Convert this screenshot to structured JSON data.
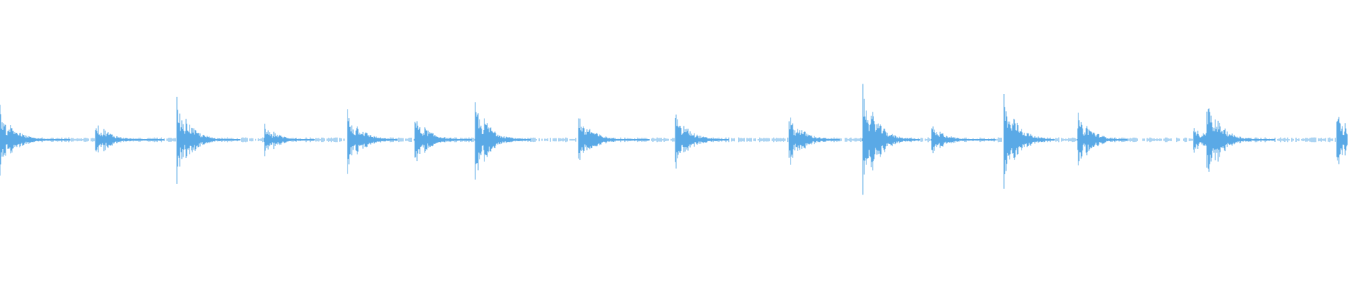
{
  "waveform": {
    "color": "#5aa9e6",
    "background": "#ffffff",
    "duration_fraction_events": [
      {
        "t": 0.0,
        "amp": 0.26
      },
      {
        "t": 0.071,
        "amp": 0.16
      },
      {
        "t": 0.132,
        "amp": 0.31
      },
      {
        "t": 0.197,
        "amp": 0.12
      },
      {
        "t": 0.259,
        "amp": 0.24
      },
      {
        "t": 0.309,
        "amp": 0.2
      },
      {
        "t": 0.354,
        "amp": 0.32
      },
      {
        "t": 0.431,
        "amp": 0.21
      },
      {
        "t": 0.503,
        "amp": 0.22
      },
      {
        "t": 0.588,
        "amp": 0.21
      },
      {
        "t": 0.643,
        "amp": 0.44
      },
      {
        "t": 0.694,
        "amp": 0.12
      },
      {
        "t": 0.748,
        "amp": 0.36
      },
      {
        "t": 0.803,
        "amp": 0.22
      },
      {
        "t": 0.889,
        "amp": 0.13
      },
      {
        "t": 0.899,
        "amp": 0.34
      },
      {
        "t": 0.996,
        "amp": 0.24
      }
    ],
    "baseline_noise": 0.012
  }
}
